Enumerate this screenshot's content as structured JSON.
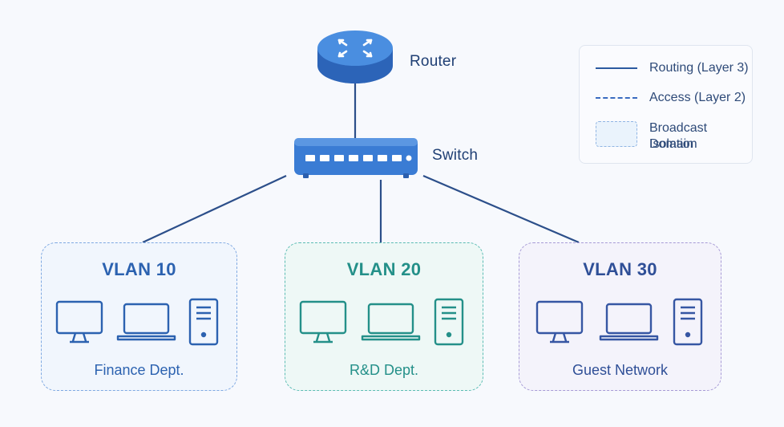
{
  "router": {
    "label": "Router",
    "icon": "router-icon"
  },
  "switch": {
    "label": "Switch",
    "icon": "switch-icon"
  },
  "legend": {
    "items": [
      {
        "label": "Routing (Layer 3)",
        "style": "solid"
      },
      {
        "label": "Access (Layer 2)",
        "style": "dashed"
      },
      {
        "label_line1": "Broadcast Domain",
        "label_line2": "Isolation",
        "style": "box"
      }
    ]
  },
  "vlans": [
    {
      "title": "VLAN 10",
      "dept": "Finance Dept.",
      "color": "#2c62b0",
      "devices": [
        "monitor-icon",
        "laptop-icon",
        "server-tower-icon"
      ]
    },
    {
      "title": "VLAN 20",
      "dept": "R&D Dept.",
      "color": "#249089",
      "devices": [
        "monitor-icon",
        "laptop-icon",
        "server-tower-icon"
      ]
    },
    {
      "title": "VLAN 30",
      "dept": "Guest Network",
      "color": "#2f4f97",
      "devices": [
        "monitor-icon",
        "laptop-icon",
        "server-tower-icon"
      ]
    }
  ],
  "colors": {
    "link": "#2c4f8a",
    "router_fill": "#3d7fd6",
    "switch_fill": "#3a7cd4",
    "vlan10_border": "#7fa9e2",
    "vlan20_border": "#5cbcb4",
    "vlan30_border": "#a79bd6"
  }
}
